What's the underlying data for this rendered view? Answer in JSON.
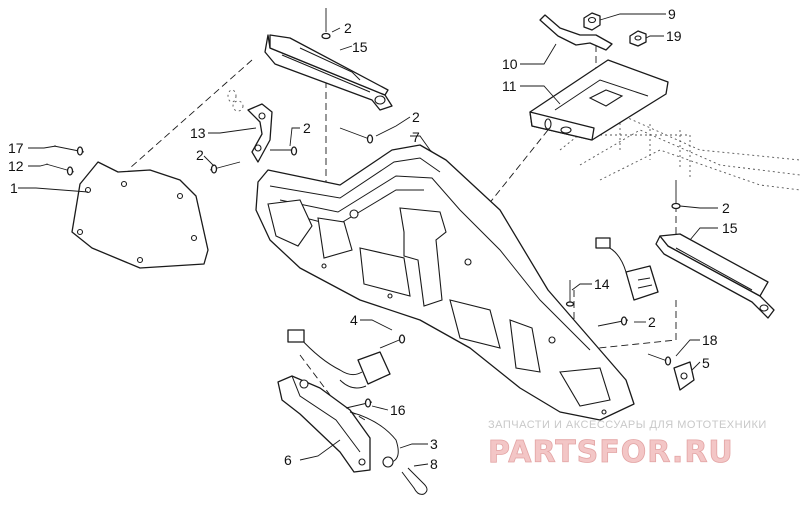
{
  "callouts": {
    "c1": "1",
    "c2a": "2",
    "c2b": "2",
    "c2c": "2",
    "c2d": "2",
    "c2e": "2",
    "c2f": "2",
    "c3": "3",
    "c4": "4",
    "c5": "5",
    "c6": "6",
    "c7": "7",
    "c8": "8",
    "c9": "9",
    "c10": "10",
    "c11": "11",
    "c12": "12",
    "c13": "13",
    "c14": "14",
    "c15a": "15",
    "c15b": "15",
    "c16": "16",
    "c17": "17",
    "c18": "18",
    "c19": "19"
  },
  "watermark": {
    "tagline": "ЗАПЧАСТИ И АКСЕССУАРЫ ДЛЯ МОТОТЕХНИКИ",
    "brand": "PARTSFOR.RU"
  }
}
